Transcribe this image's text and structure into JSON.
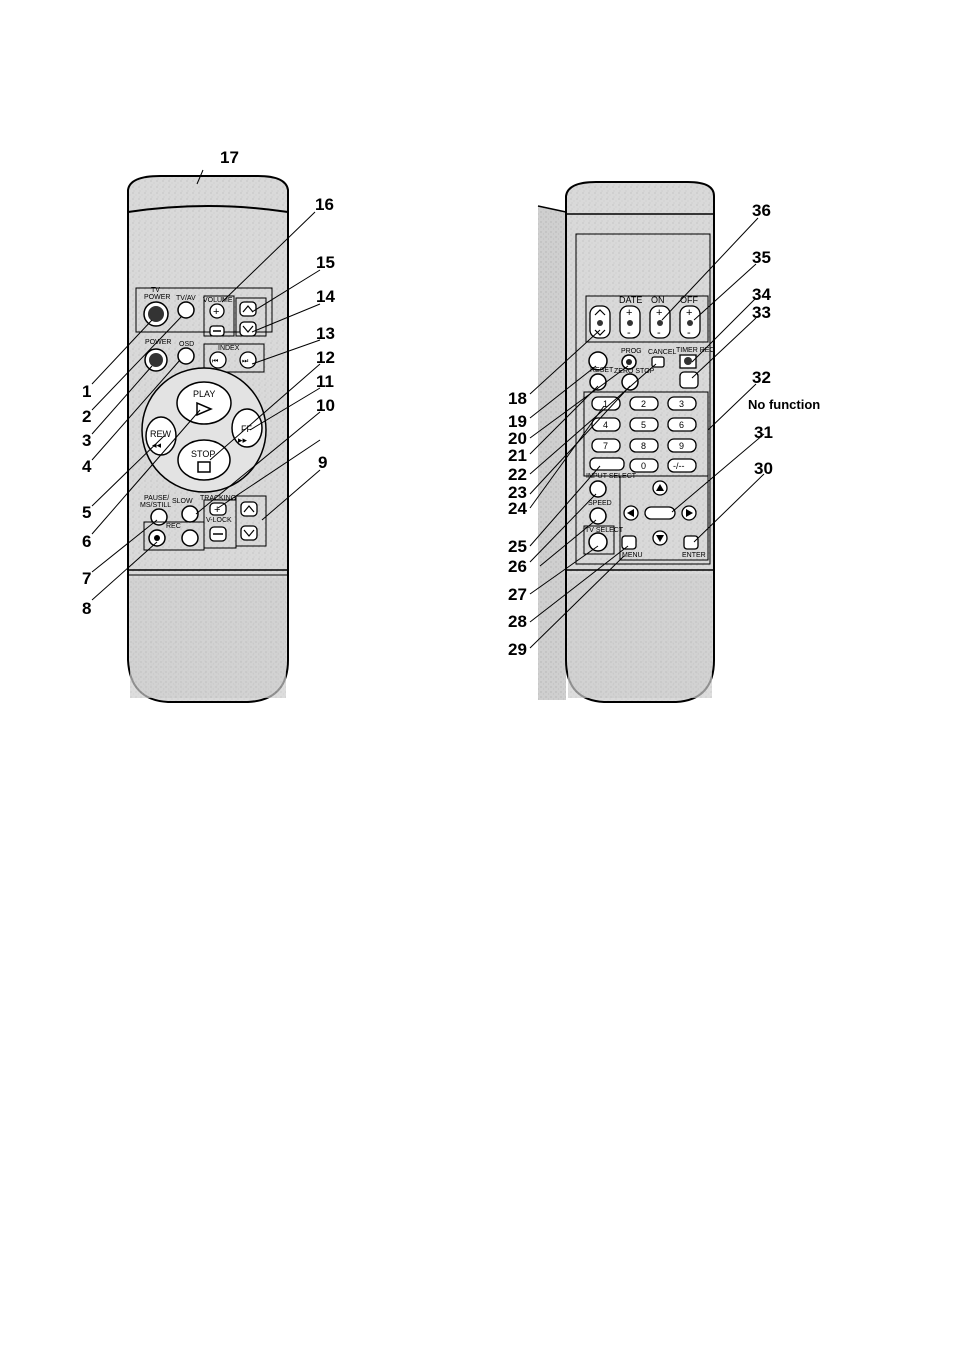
{
  "left_remote": {
    "labels": {
      "tv_power": "TV\nPOWER",
      "tv_av": "TV/AV",
      "volume": "VOLUME",
      "power": "POWER",
      "osd": "OSD",
      "index": "INDEX",
      "play": "PLAY",
      "rew": "REW",
      "ff": "FF",
      "stop": "STOP",
      "pause_still": "PAUSE/\nMS/STILL",
      "slow": "SLOW",
      "tracking": "TRACKING",
      "v_lock": "V-LOCK",
      "rec": "REC"
    },
    "callouts": [
      "1",
      "2",
      "3",
      "4",
      "5",
      "6",
      "7",
      "8",
      "9",
      "10",
      "11",
      "12",
      "13",
      "14",
      "15",
      "16",
      "17"
    ]
  },
  "right_remote": {
    "labels": {
      "date": "DATE",
      "on": "ON",
      "off": "OFF",
      "prog": "PROG",
      "cancel": "CANCEL",
      "timer_rec": "TIMER REC",
      "reset": "RESET",
      "zero_stop": "ZERO STOP",
      "input_select": "INPUT SELECT",
      "speed": "SPEED",
      "tv_select": "TV SELECT",
      "menu": "MENU",
      "enter": "ENTER"
    },
    "keypad": [
      "1",
      "2",
      "3",
      "4",
      "5",
      "6",
      "7",
      "8",
      "9",
      "0",
      "-/--"
    ],
    "callouts": [
      "18",
      "19",
      "20",
      "21",
      "22",
      "23",
      "24",
      "25",
      "26",
      "27",
      "28",
      "29",
      "30",
      "31",
      "32",
      "33",
      "34",
      "35",
      "36"
    ],
    "note": "No function"
  }
}
